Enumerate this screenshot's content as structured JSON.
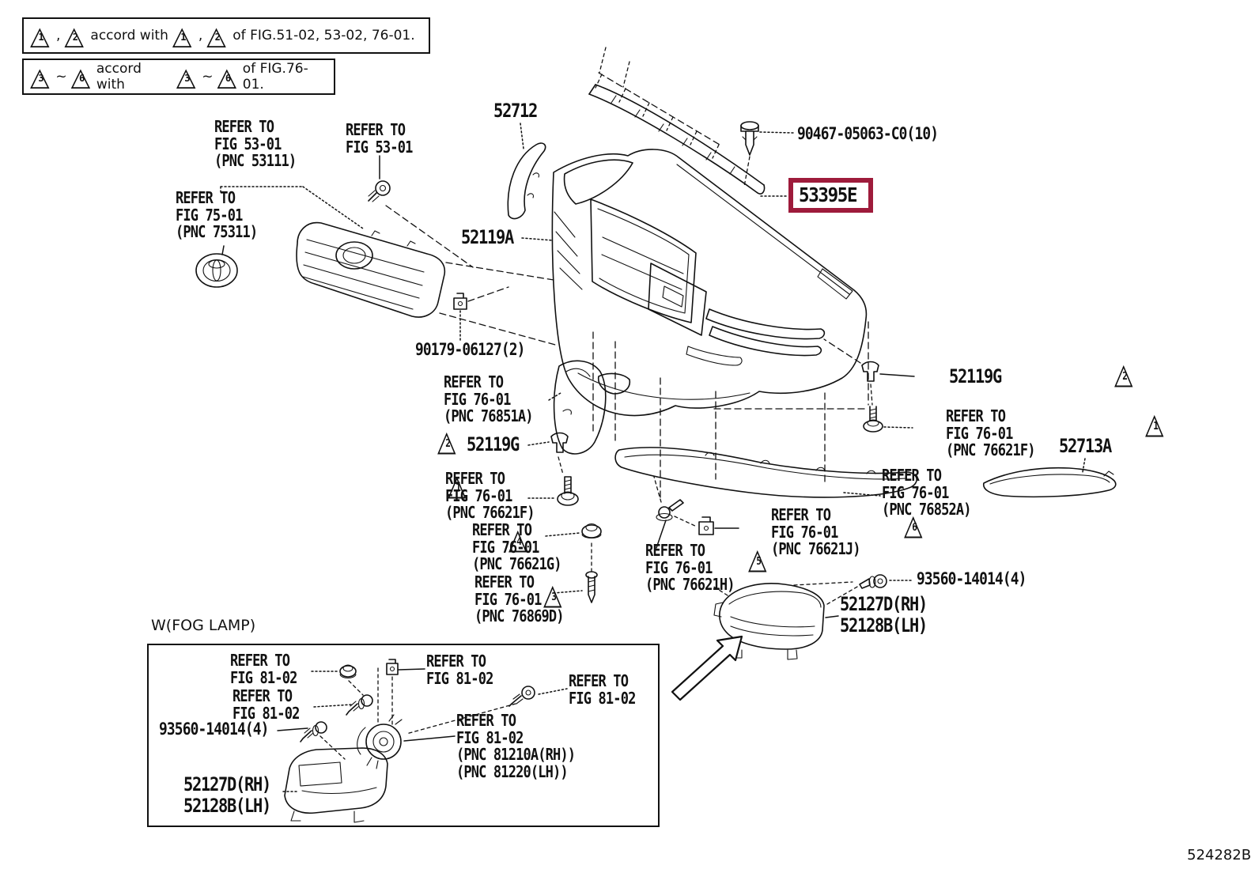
{
  "colors": {
    "highlight_box": "#9E1B3B",
    "line": "#111111",
    "background": "#FFFFFF"
  },
  "legend": {
    "row1": {
      "tri_a": "1",
      "sep1": ",",
      "tri_b": "2",
      "mid": "accord with",
      "tri_c": "1",
      "sep2": ",",
      "tri_d": "2",
      "tail": "of FIG.51-02, 53-02, 76-01."
    },
    "row2": {
      "tri_a": "3",
      "sep1": "~",
      "tri_b": "6",
      "mid": "accord with",
      "tri_c": "3",
      "sep2": "~",
      "tri_d": "6",
      "tail": "of FIG.76-01."
    }
  },
  "callouts": {
    "part_52712": {
      "text": "52712"
    },
    "refer_fig53_pnc": {
      "lines": [
        "REFER TO",
        "FIG 53-01",
        "(PNC 53111)"
      ]
    },
    "refer_fig53": {
      "lines": [
        "REFER TO",
        "FIG 53-01"
      ]
    },
    "refer_fig75": {
      "lines": [
        "REFER TO",
        "FIG 75-01",
        "(PNC 75311)"
      ]
    },
    "part_52119A": {
      "text": "52119A"
    },
    "part_90467": {
      "text": "90467-05063-C0(10)"
    },
    "part_53395E": {
      "text": "53395E"
    },
    "part_90179": {
      "text": "90179-06127(2)"
    },
    "refer_76851A": {
      "lines": [
        "REFER TO",
        "FIG 76-01",
        "(PNC 76851A)"
      ]
    },
    "tri2_left": {
      "triangle": "2",
      "text": "52119G"
    },
    "tri1_left": {
      "triangle": "1",
      "lines": [
        "REFER TO",
        "FIG 76-01",
        "(PNC 76621F)"
      ]
    },
    "tri4": {
      "triangle": "4",
      "lines": [
        "REFER TO",
        "FIG 76-01",
        "(PNC 76621G)"
      ]
    },
    "tri3": {
      "triangle": "3",
      "lines": [
        "REFER TO",
        "FIG 76-01",
        "(PNC 76869D)"
      ]
    },
    "tri5": {
      "triangle": "5",
      "lines": [
        "REFER TO",
        "FIG 76-01",
        "(PNC 76621H)"
      ]
    },
    "tri6": {
      "triangle": "6",
      "lines": [
        "REFER TO",
        "FIG 76-01",
        "(PNC 76621J)"
      ]
    },
    "refer_76852A": {
      "lines": [
        "REFER TO",
        "FIG 76-01",
        "(PNC 76852A)"
      ]
    },
    "tri2_right": {
      "triangle": "2",
      "text": "52119G"
    },
    "tri1_right": {
      "triangle": "1",
      "lines": [
        "REFER TO",
        "FIG 76-01",
        "(PNC 76621F)"
      ]
    },
    "part_52713A": {
      "text": "52713A"
    },
    "part_93560_right": {
      "text": "93560-14014(4)"
    },
    "part_52127_right": {
      "lines": [
        "52127D(RH)",
        "52128B(LH)"
      ]
    },
    "doc_number": "524282B"
  },
  "fog_lamp": {
    "title": "W(FOG LAMP)",
    "refer_a": {
      "lines": [
        "REFER TO",
        "FIG 81-02"
      ]
    },
    "refer_b": {
      "lines": [
        "REFER TO",
        "FIG 81-02"
      ]
    },
    "refer_c": {
      "lines": [
        "REFER TO",
        "FIG 81-02"
      ]
    },
    "refer_d": {
      "lines": [
        "REFER TO",
        "FIG 81-02"
      ]
    },
    "part_93560": {
      "text": "93560-14014(4)"
    },
    "part_52127": {
      "lines": [
        "52127D(RH)",
        "52128B(LH)"
      ]
    },
    "refer_main": {
      "lines": [
        "REFER TO",
        "FIG 81-02",
        "(PNC 81210A(RH))",
        "(PNC 81220(LH))"
      ]
    }
  }
}
